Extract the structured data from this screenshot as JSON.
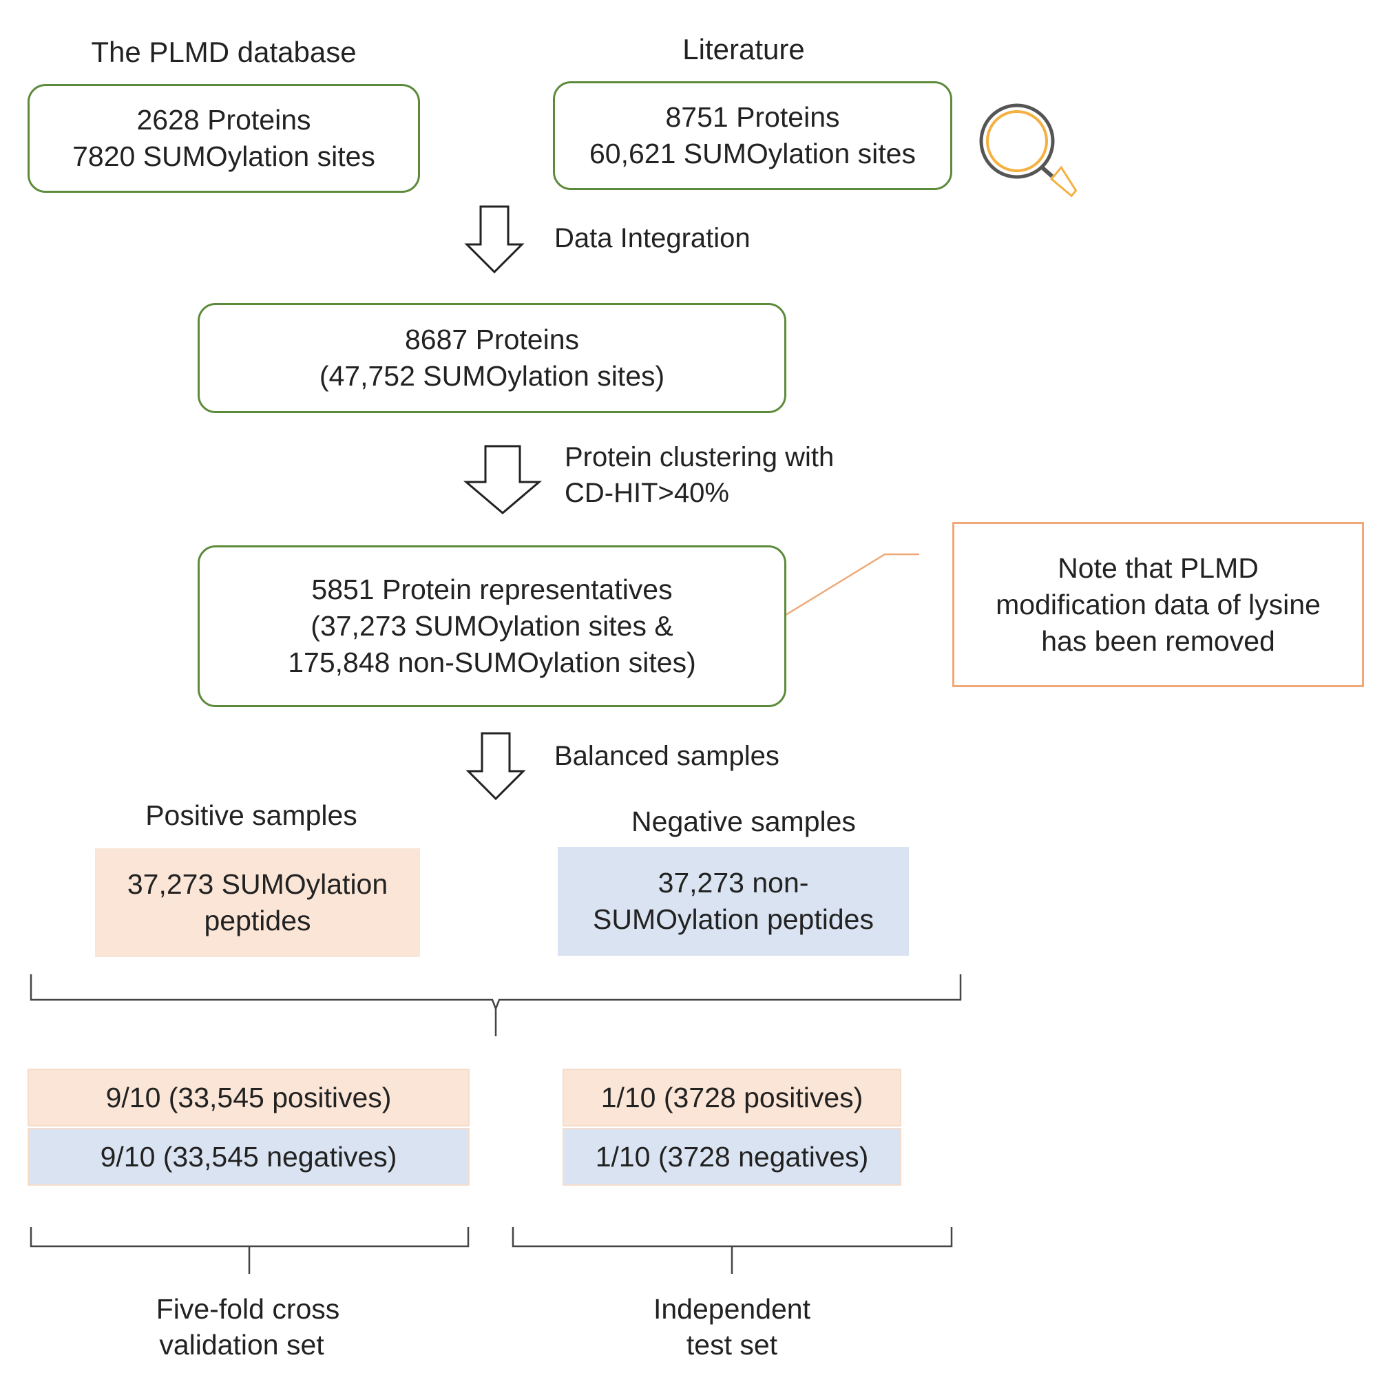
{
  "sources": {
    "plmd": {
      "title": "The PLMD database",
      "line1": "2628 Proteins",
      "line2": "7820 SUMOylation sites"
    },
    "literature": {
      "title": "Literature",
      "line1": "8751 Proteins",
      "line2": "60,621 SUMOylation sites"
    }
  },
  "steps": {
    "integration": "Data Integration",
    "clustering_line1": "Protein clustering with",
    "clustering_line2": "CD-HIT>40%",
    "balanced": "Balanced samples"
  },
  "integrated": {
    "line1": "8687 Proteins",
    "line2": "(47,752 SUMOylation sites)"
  },
  "representatives": {
    "line1": "5851 Protein representatives",
    "line2": "(37,273 SUMOylation sites &",
    "line3": "175,848 non-SUMOylation sites)"
  },
  "note": {
    "line1": "Note that PLMD",
    "line2": "modification data of lysine",
    "line3": "has been removed"
  },
  "samples": {
    "positive": {
      "title": "Positive samples",
      "line1": "37,273 SUMOylation",
      "line2": "peptides"
    },
    "negative": {
      "title": "Negative samples",
      "line1": "37,273 non-",
      "line2": "SUMOylation peptides"
    }
  },
  "splits": {
    "train": {
      "pos": "9/10 (33,545 positives)",
      "neg": "9/10 (33,545 negatives)",
      "label1": "Five-fold cross",
      "label2": "validation set"
    },
    "test": {
      "pos": "1/10 (3728 positives)",
      "neg": "1/10 (3728 negatives)",
      "label1": "Independent",
      "label2": "test set"
    }
  },
  "colors": {
    "box_border": "#5c8a3a",
    "note_border": "#f0a878",
    "positive_fill": "#fae5d6",
    "negative_fill": "#dae3f1",
    "magnifier_ring": "#f5b041"
  }
}
